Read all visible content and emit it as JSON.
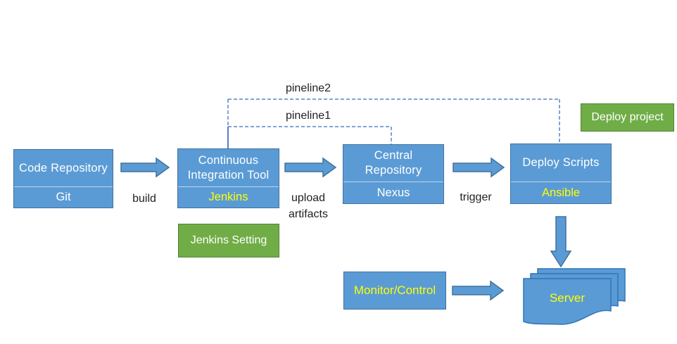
{
  "diagram": {
    "nodes": [
      {
        "id": "code-repository",
        "title_line1": "Code Repository",
        "title_line2": "",
        "subtitle": "Git"
      },
      {
        "id": "ci-tool",
        "title_line1": "Continuous",
        "title_line2": "Integration Tool",
        "subtitle": "Jenkins"
      },
      {
        "id": "central-repository",
        "title_line1": "Central",
        "title_line2": "Repository",
        "subtitle": "Nexus"
      },
      {
        "id": "deploy-scripts",
        "title_line1": "Deploy Scripts",
        "title_line2": "",
        "subtitle": "Ansible"
      }
    ],
    "action_boxes": [
      {
        "id": "jenkins-setting",
        "label": "Jenkins Setting"
      },
      {
        "id": "deploy-project",
        "label": "Deploy project"
      }
    ],
    "monitor": {
      "label": "Monitor/Control"
    },
    "server": {
      "label": "Server"
    },
    "edge_labels": {
      "build": "build",
      "upload_line1": "upload",
      "upload_line2": "artifacts",
      "trigger": "trigger",
      "pipeline2": "pineline2",
      "pipeline1": "pineline1"
    },
    "colors": {
      "node_fill": "#5B9BD5",
      "node_border": "#41719C",
      "green_fill": "#70AD47",
      "green_border": "#548235",
      "highlight_text": "#FFFF00",
      "dashed_line": "#5585C8",
      "label_text": "#1F1F1F"
    }
  }
}
